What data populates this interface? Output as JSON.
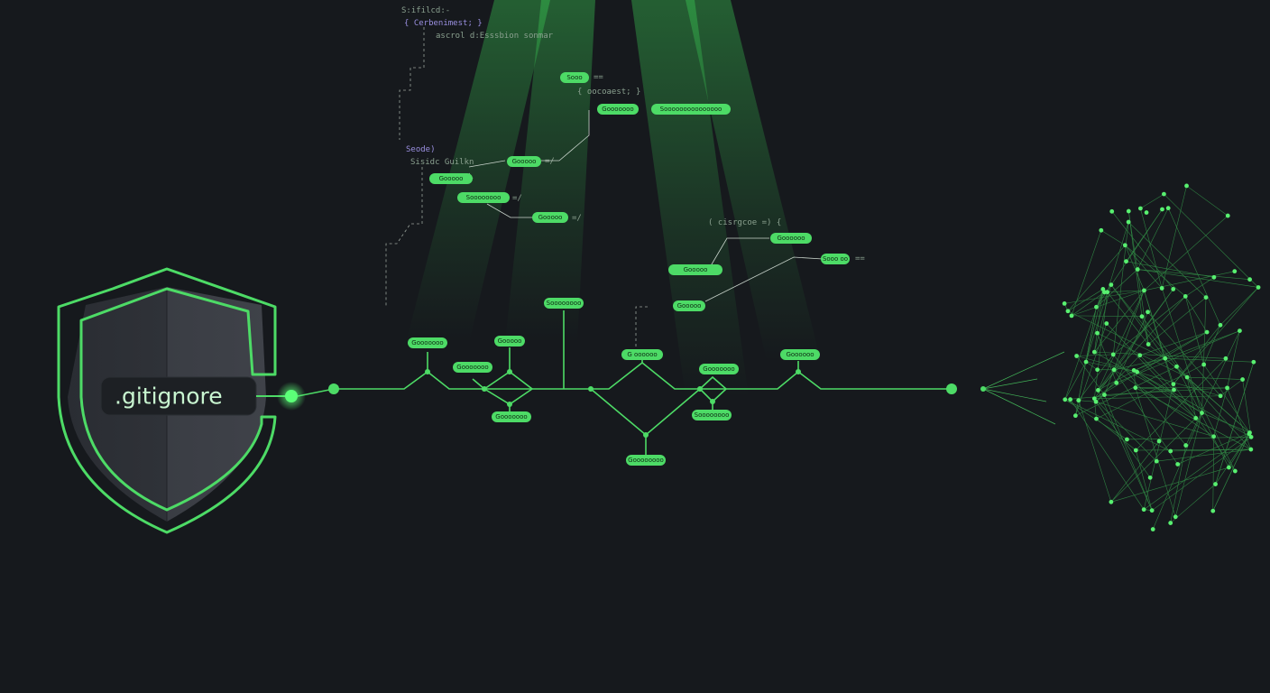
{
  "shield": {
    "label": ".gitignore",
    "icon": "shield-icon"
  },
  "colors": {
    "background": "#16191d",
    "accent": "#4ddb66",
    "node_text": "#0e2a14"
  },
  "code_lines": [
    "S:ifilcd:-",
    "{ Cerbenimest; }",
    "ascrol d:Esssbion sonmar",
    "{ oocoaest; }",
    "Seode)",
    "Sisidc Guilkn"
  ],
  "annotations": [
    "( cisrgcoe =) {",
    "==",
    "=/",
    "=/",
    "=/",
    "=="
  ],
  "nodes": [
    "Sooo",
    "Gooooooo",
    "Sooooooooooooooo",
    "Gooooo",
    "Gooooo",
    "Soooooooo",
    "Gooooo",
    "Goooooo",
    "Sooo oo",
    "Gooooo",
    "Gooooo",
    "Soooooooo",
    "Gooooooo",
    "Gooooo",
    "Gooooooo",
    "G oooooo",
    "Gooooooo",
    "Goooooo",
    "Gooooooo",
    "Soooooooo",
    "Goooooooo"
  ]
}
